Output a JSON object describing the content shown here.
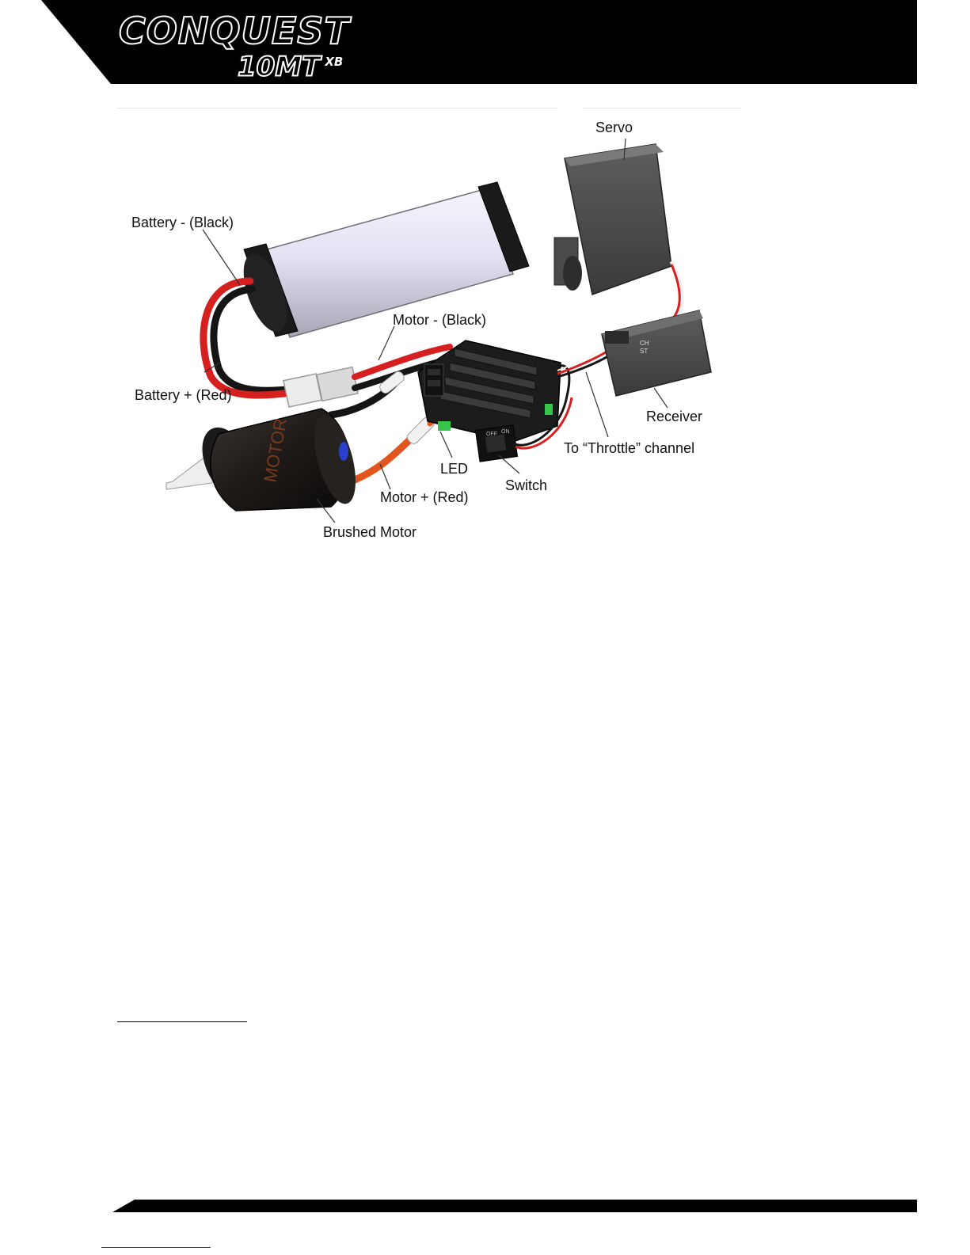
{
  "header": {
    "brand_line1": "CONQUEST",
    "brand_line2": "10MT",
    "brand_suffix": "XB"
  },
  "figure": {
    "labels": {
      "servo": "Servo",
      "battery_neg": "Battery -  (Black)",
      "motor_neg": "Motor - (Black)",
      "battery_pos": "Battery +  (Red)",
      "receiver": "Receiver",
      "throttle": "To “Throttle” channel",
      "led": "LED",
      "switch": "Switch",
      "motor_pos": "Motor + (Red)",
      "brushed_motor": "Brushed Motor"
    },
    "switch_marks": {
      "off": "OFF",
      "on": "ON"
    },
    "motor_text": "MOTOR",
    "receiver_marks": {
      "ch1": "CH",
      "ch2": "ST"
    }
  },
  "colors": {
    "band": "#000000",
    "wire_red": "#d61f1f",
    "wire_black": "#151515",
    "motor_lead": "#e2551d",
    "accent_blue": "#1d3fd1"
  }
}
